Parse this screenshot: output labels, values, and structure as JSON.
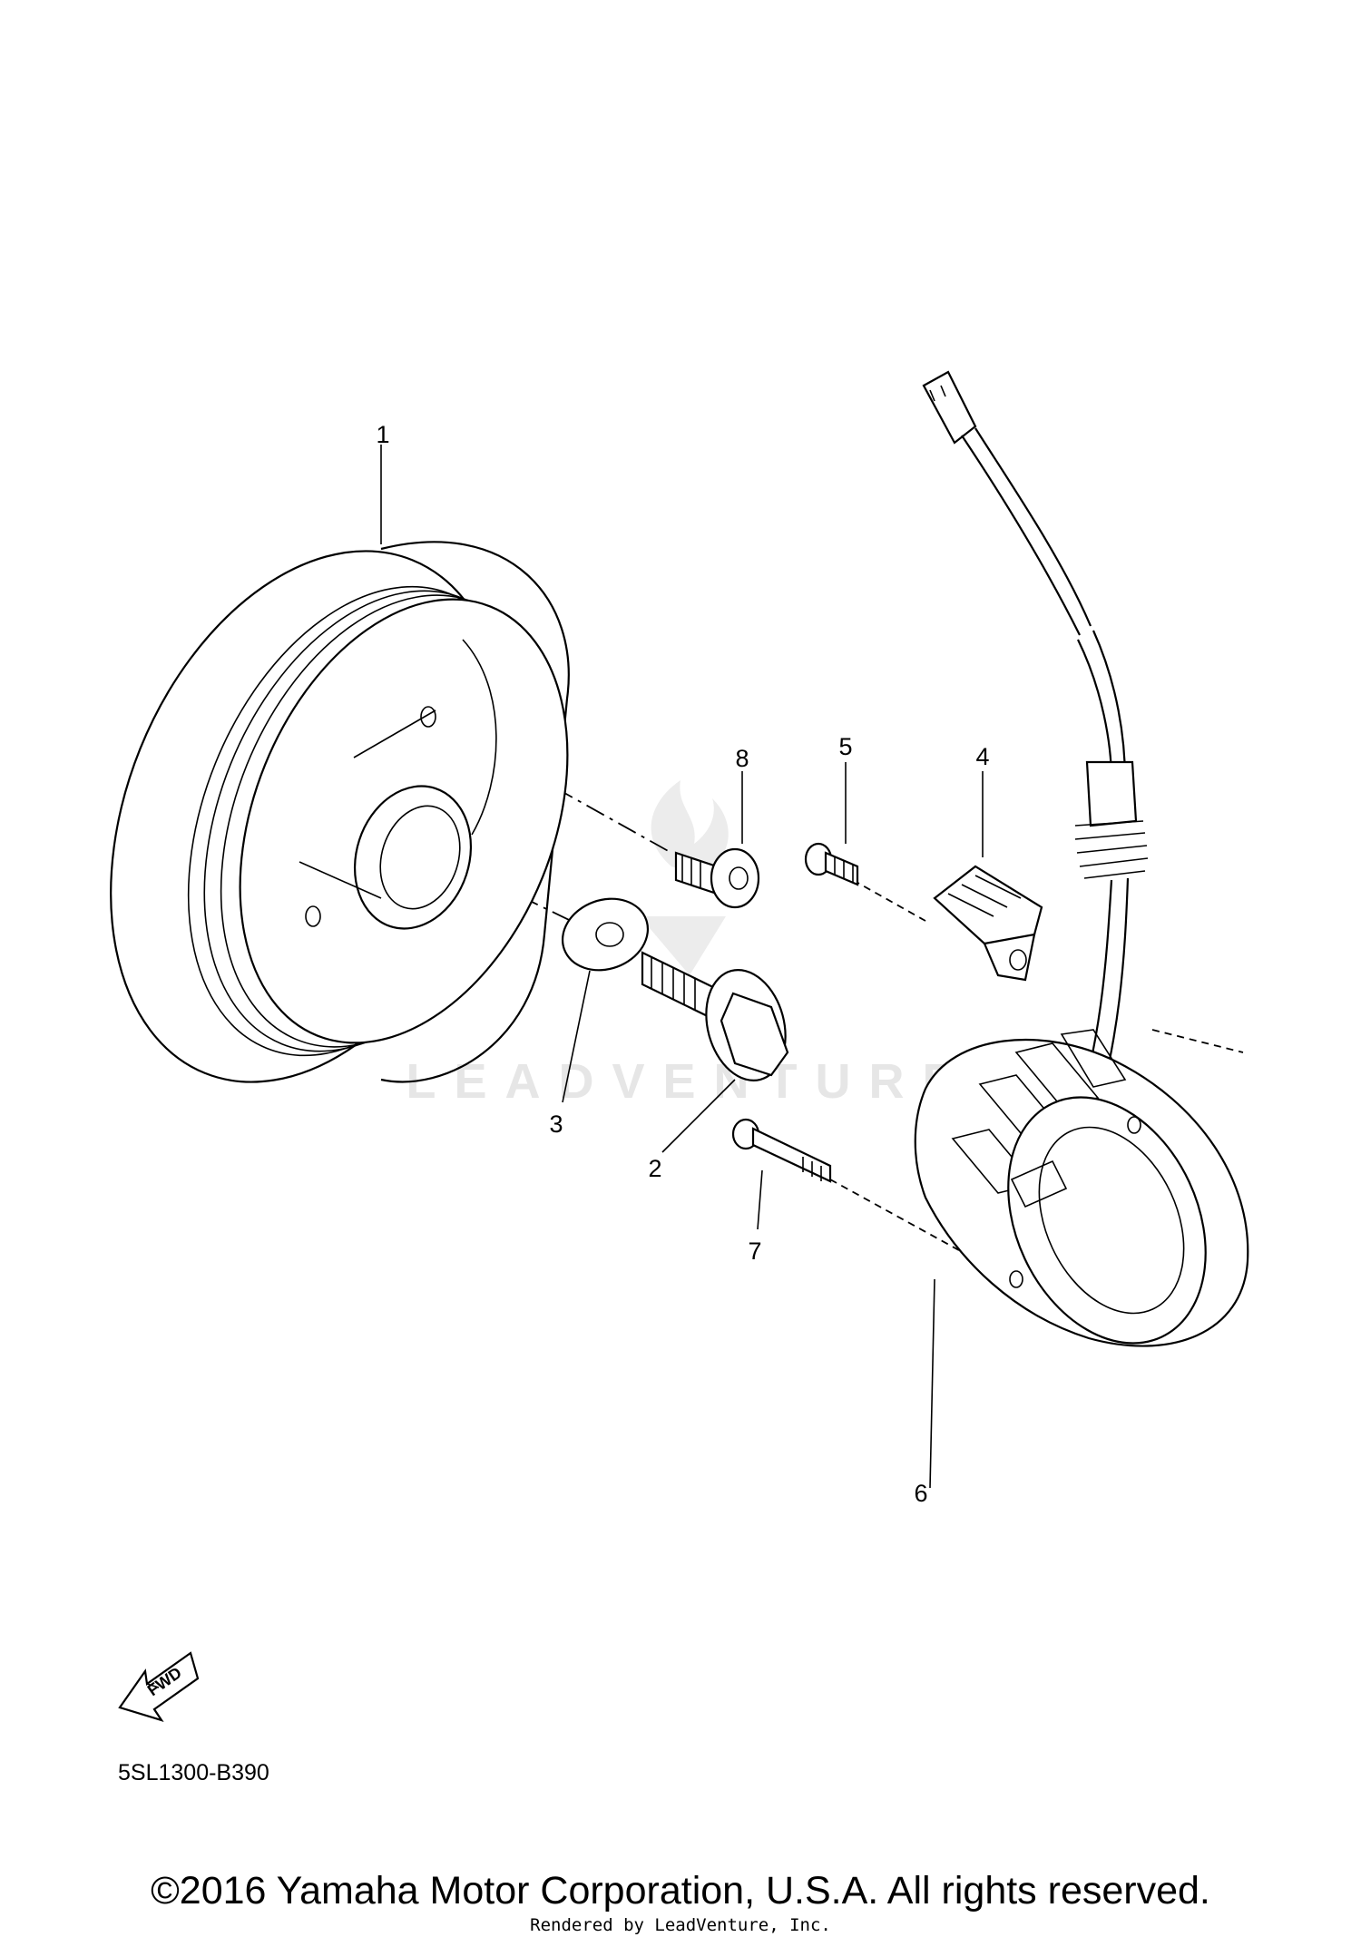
{
  "callouts": {
    "p1": "1",
    "p2": "2",
    "p3": "3",
    "p4": "4",
    "p5": "5",
    "p6": "6",
    "p7": "7",
    "p8": "8"
  },
  "fwd_label": "FWD",
  "diagram_code": "5SL1300-B390",
  "watermark": "LEADVENTURE",
  "copyright": "©2016 Yamaha Motor Corporation, U.S.A. All rights reserved.",
  "rendered_by": "Rendered by LeadVenture, Inc."
}
